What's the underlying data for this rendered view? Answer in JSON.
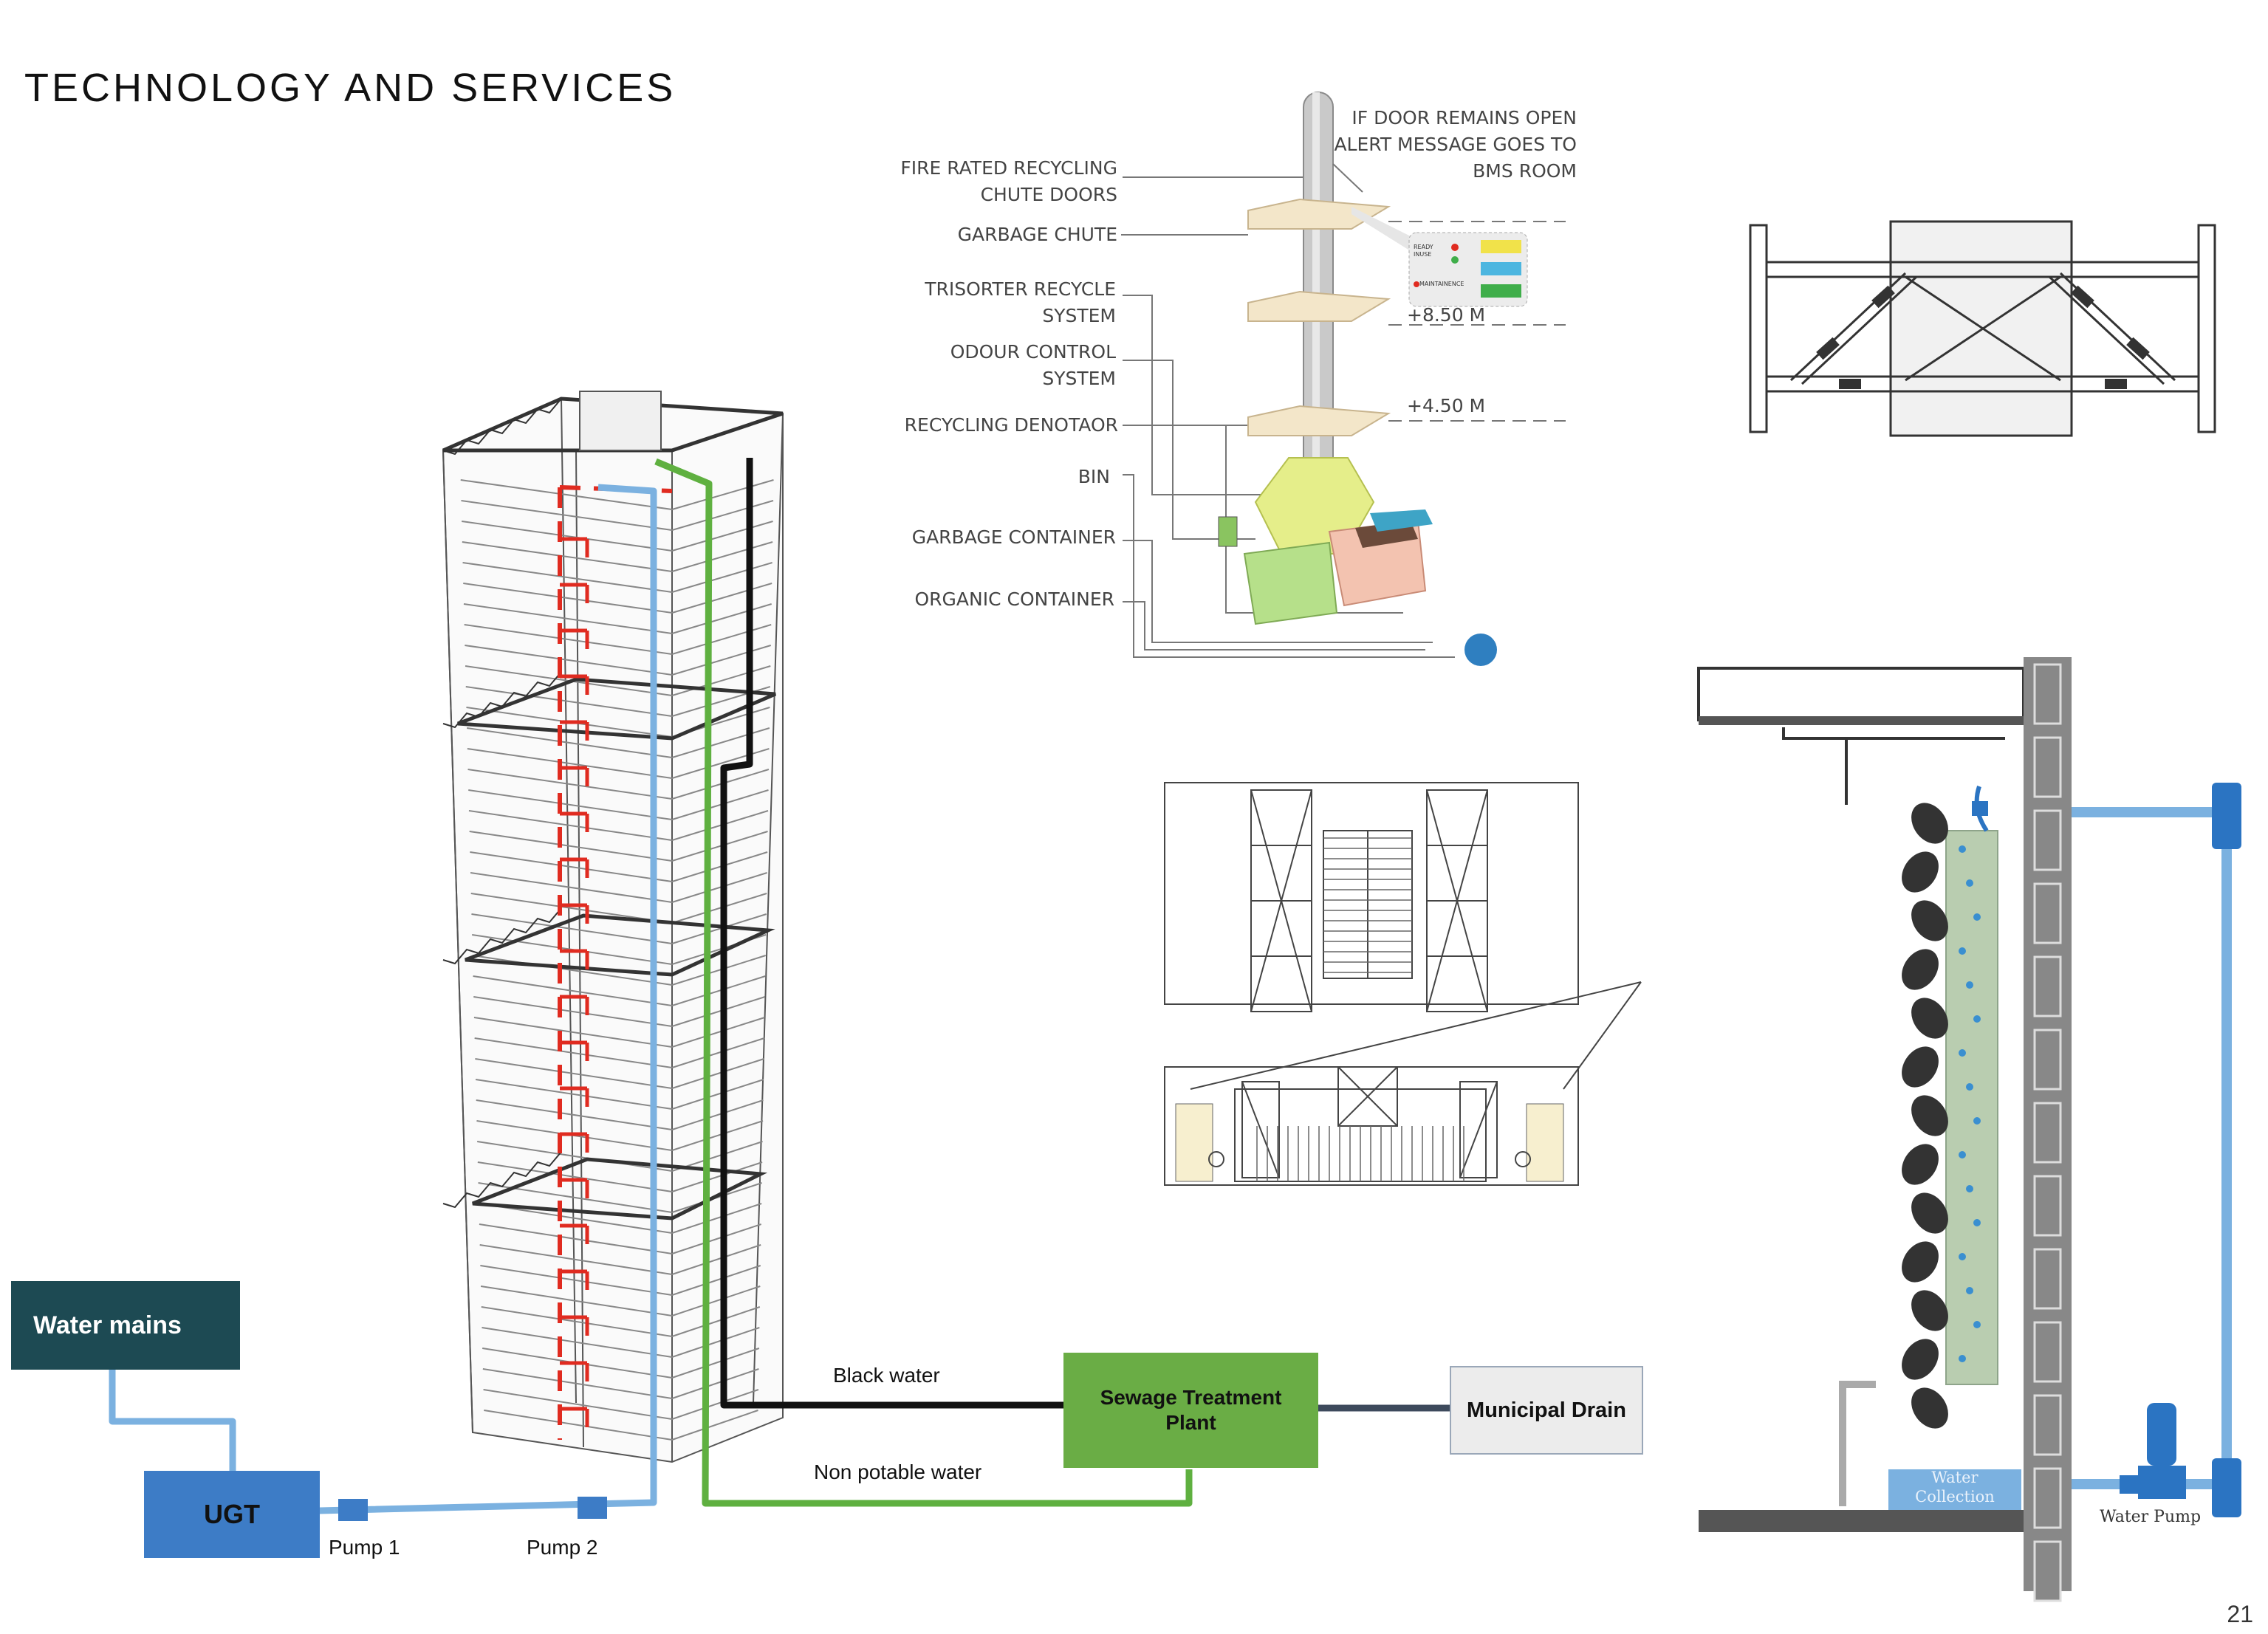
{
  "page": {
    "title": "TECHNOLOGY AND SERVICES",
    "page_number": "21"
  },
  "garbage_system": {
    "labels": [
      "FIRE RATED RECYCLING\nCHUTE DOORS",
      "GARBAGE CHUTE",
      "TRISORTER RECYCLE\nSYSTEM",
      "ODOUR CONTROL\nSYSTEM",
      "RECYCLING DENOTAOR",
      "BIN",
      "GARBAGE CONTAINER",
      "ORGANIC CONTAINER"
    ],
    "alert_note": "IF DOOR REMAINS OPEN\nALERT MESSAGE GOES TO\nBMS ROOM",
    "levels": [
      "+8.50 M",
      "+4.50 M"
    ],
    "panel": {
      "ready": "READY\nINUSE",
      "maintenance": "MAINTAINENCE"
    }
  },
  "water_system": {
    "water_mains": "Water mains",
    "ugt": "UGT",
    "pump1": "Pump 1",
    "pump2": "Pump 2",
    "black_water": "Black water",
    "non_potable": "Non potable water",
    "stp": "Sewage Treatment\nPlant",
    "drain": "Municipal Drain"
  },
  "green_wall": {
    "water_collection": "Water\nCollection",
    "water_pump": "Water Pump"
  },
  "colors": {
    "water_mains_box": "#1d4a53",
    "ugt_box": "#3d7cc6",
    "stp_box": "#6aad45",
    "drain_box": "#ececec",
    "blue_pipe": "#7bb1e0",
    "green_pipe": "#5fb040",
    "red_pipe": "#e02b20"
  }
}
